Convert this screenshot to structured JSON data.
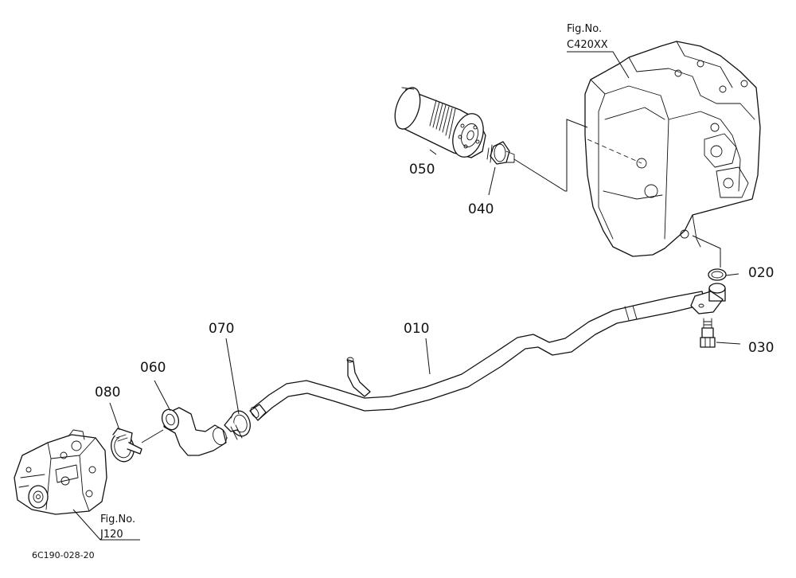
{
  "parts": [
    {
      "id": "010",
      "label": "010"
    },
    {
      "id": "020",
      "label": "020"
    },
    {
      "id": "030",
      "label": "030"
    },
    {
      "id": "040",
      "label": "040"
    },
    {
      "id": "050",
      "label": "050"
    },
    {
      "id": "060",
      "label": "060"
    },
    {
      "id": "070",
      "label": "070"
    },
    {
      "id": "080",
      "label": "080"
    }
  ],
  "figure_refs": [
    {
      "title": "Fig.No.",
      "number": "C420XX"
    },
    {
      "title": "Fig.No.",
      "number": "J120"
    }
  ],
  "drawing_code": "6C190-028-20"
}
